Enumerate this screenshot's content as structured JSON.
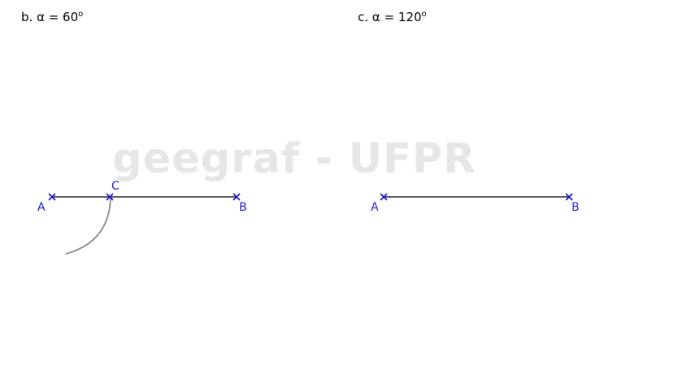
{
  "watermark": "geegraf - UFPR",
  "panels": [
    {
      "caption_prefix": "b. ",
      "symbol": "α",
      "caption_value": " = 60",
      "caption_degree": "o",
      "labels": {
        "A": "A",
        "B": "B",
        "C": "C"
      }
    },
    {
      "caption_prefix": "c. ",
      "symbol": "α",
      "caption_value": " = 120",
      "caption_degree": "o",
      "labels": {
        "A": "A",
        "B": "B"
      }
    }
  ],
  "colors": {
    "point": "#1a1adb",
    "segment": "#000000",
    "arc": "#8c8c8c",
    "watermark": "#e6e6e6"
  }
}
